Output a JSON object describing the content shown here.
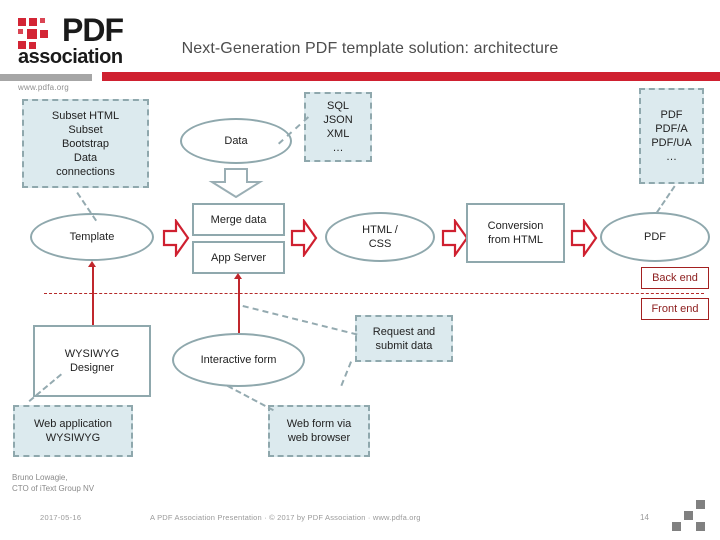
{
  "header": {
    "logo_text_main": "PDF",
    "logo_text_sub": "association",
    "url": "www.pdfa.org",
    "title": "Next-Generation PDF template solution: architecture",
    "accent_red": "#cf2030",
    "accent_gray": "#a6a6a6"
  },
  "diagram": {
    "nodes": [
      {
        "id": "subset",
        "label": "Subset HTML\nSubset\nBootstrap\nData\nconnections",
        "shape": "dashed-box"
      },
      {
        "id": "data",
        "label": "Data",
        "shape": "ellipse"
      },
      {
        "id": "formats",
        "label": "SQL\nJSON\nXML\n…",
        "shape": "dashed-box"
      },
      {
        "id": "pdf-formats",
        "label": "PDF\nPDF/A\nPDF/UA\n…",
        "shape": "dashed-box"
      },
      {
        "id": "template",
        "label": "Template",
        "shape": "ellipse"
      },
      {
        "id": "merge-data",
        "label": "Merge data",
        "shape": "solid-box"
      },
      {
        "id": "app-server",
        "label": "App Server",
        "shape": "solid-box"
      },
      {
        "id": "html-css",
        "label": "HTML /\nCSS",
        "shape": "ellipse"
      },
      {
        "id": "conversion",
        "label": "Conversion\nfrom HTML",
        "shape": "solid-box"
      },
      {
        "id": "pdf",
        "label": "PDF",
        "shape": "ellipse"
      },
      {
        "id": "wysiwyg",
        "label": "WYSIWYG\nDesigner",
        "shape": "solid-box"
      },
      {
        "id": "interactive",
        "label": "Interactive form",
        "shape": "ellipse"
      },
      {
        "id": "request",
        "label": "Request and\nsubmit data",
        "shape": "dashed-box"
      },
      {
        "id": "webapp",
        "label": "Web application\nWYSIWYG",
        "shape": "dashed-box"
      },
      {
        "id": "webform",
        "label": "Web form via\nweb browser",
        "shape": "dashed-box"
      }
    ],
    "labels": {
      "back_end": "Back end",
      "front_end": "Front end"
    },
    "colors": {
      "box_fill": "#dceaee",
      "box_stroke": "#8fa8ad",
      "arrow_red": "#c0272d",
      "divider_red": "#b52a2a"
    }
  },
  "byline": {
    "line1": "Bruno Lowagie,",
    "line2": "CTO of iText Group NV"
  },
  "footer": {
    "date": "2017-05-16",
    "center": "A PDF Association Presentation · © 2017 by PDF Association · www.pdfa.org",
    "page": "14"
  }
}
